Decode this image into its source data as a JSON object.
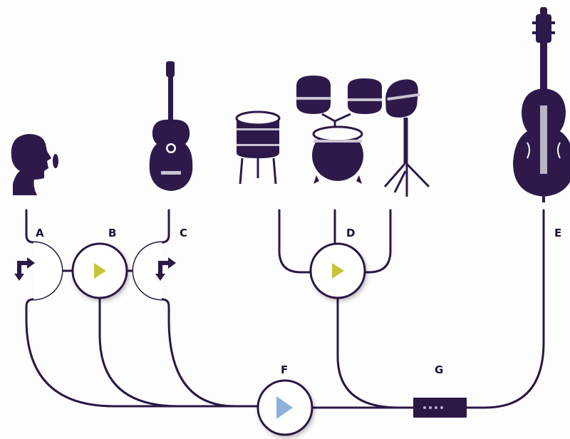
{
  "colors": {
    "ink": "#2d1a4a",
    "wire": "#2a1845",
    "background": "#fdfdfd",
    "track_play_triangle": "#c8c43a",
    "master_play_triangle": "#8fb0dc",
    "node_fill": "#ffffff"
  },
  "labels": {
    "a": "A",
    "b": "B",
    "c": "C",
    "d": "D",
    "e": "E",
    "f": "F",
    "g": "G"
  },
  "icons": [
    "voice-icon",
    "acoustic-guitar-icon",
    "drum-kit-icon",
    "double-bass-icon",
    "send-icon",
    "play-icon",
    "hardware-output-icon"
  ]
}
